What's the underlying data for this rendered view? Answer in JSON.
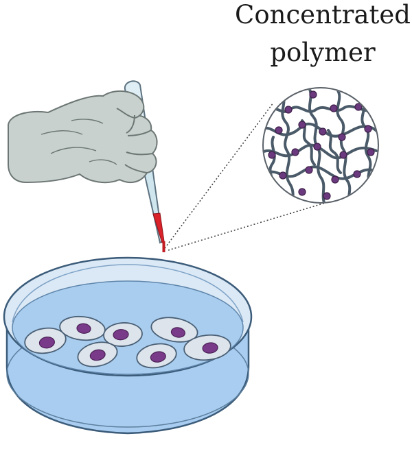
{
  "label": {
    "line1": "Concentrated",
    "line2": "polymer"
  },
  "colors": {
    "glove": "#c7d0cc",
    "glove_outline": "#707a78",
    "pipette_glass": "#c9e4ee",
    "pipette_liquid": "#d9222a",
    "polymer_strand": "#4a5a68",
    "crosslink_node": "#6b3a7e",
    "dish_water": "#9cc5ec",
    "dish_rim": "#d3e5f4",
    "cell_body": "#d9e1e9",
    "cell_nucleus": "#7a3a8a"
  },
  "icons": {
    "hand": "gloved-hand-icon",
    "pipette": "pipette-icon",
    "magnifier": "magnified-polymer-network",
    "dish": "petri-dish-icon",
    "cell": "cell-icon"
  },
  "scene": {
    "cell_count": 7,
    "crosslink_count": 20
  }
}
